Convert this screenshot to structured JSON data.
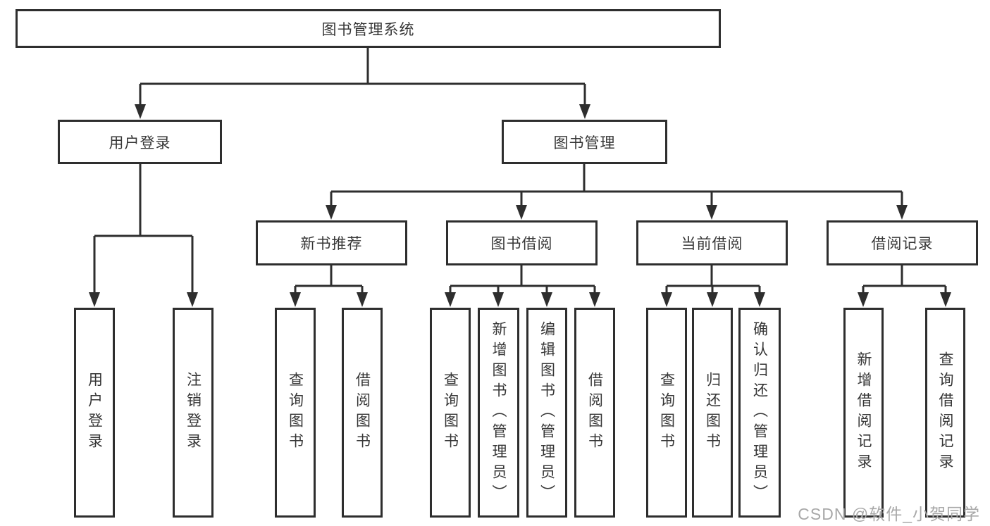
{
  "diagram_type": "hierarchy-tree",
  "tree": {
    "root": {
      "label": "图书管理系统"
    },
    "branches": [
      {
        "label": "用户登录",
        "children": [
          {
            "label": "用户登录"
          },
          {
            "label": "注销登录"
          }
        ]
      },
      {
        "label": "图书管理",
        "children": [
          {
            "label": "新书推荐",
            "children": [
              {
                "label": "查询图书"
              },
              {
                "label": "借阅图书"
              }
            ]
          },
          {
            "label": "图书借阅",
            "children": [
              {
                "label": "查询图书"
              },
              {
                "label": "新增图书（管理员）"
              },
              {
                "label": "编辑图书（管理员）"
              },
              {
                "label": "借阅图书"
              }
            ]
          },
          {
            "label": "当前借阅",
            "children": [
              {
                "label": "查询图书"
              },
              {
                "label": "归还图书"
              },
              {
                "label": "确认归还（管理员）"
              }
            ]
          },
          {
            "label": "借阅记录",
            "children": [
              {
                "label": "新增借阅记录"
              },
              {
                "label": "查询借阅记录"
              }
            ]
          }
        ]
      }
    ]
  },
  "watermark": {
    "text": "CSDN @软件_小贺同学"
  },
  "colors": {
    "line": "#2e2e2e",
    "text": "#363636",
    "watermark": "#a8a8a8",
    "background": "#ffffff"
  }
}
